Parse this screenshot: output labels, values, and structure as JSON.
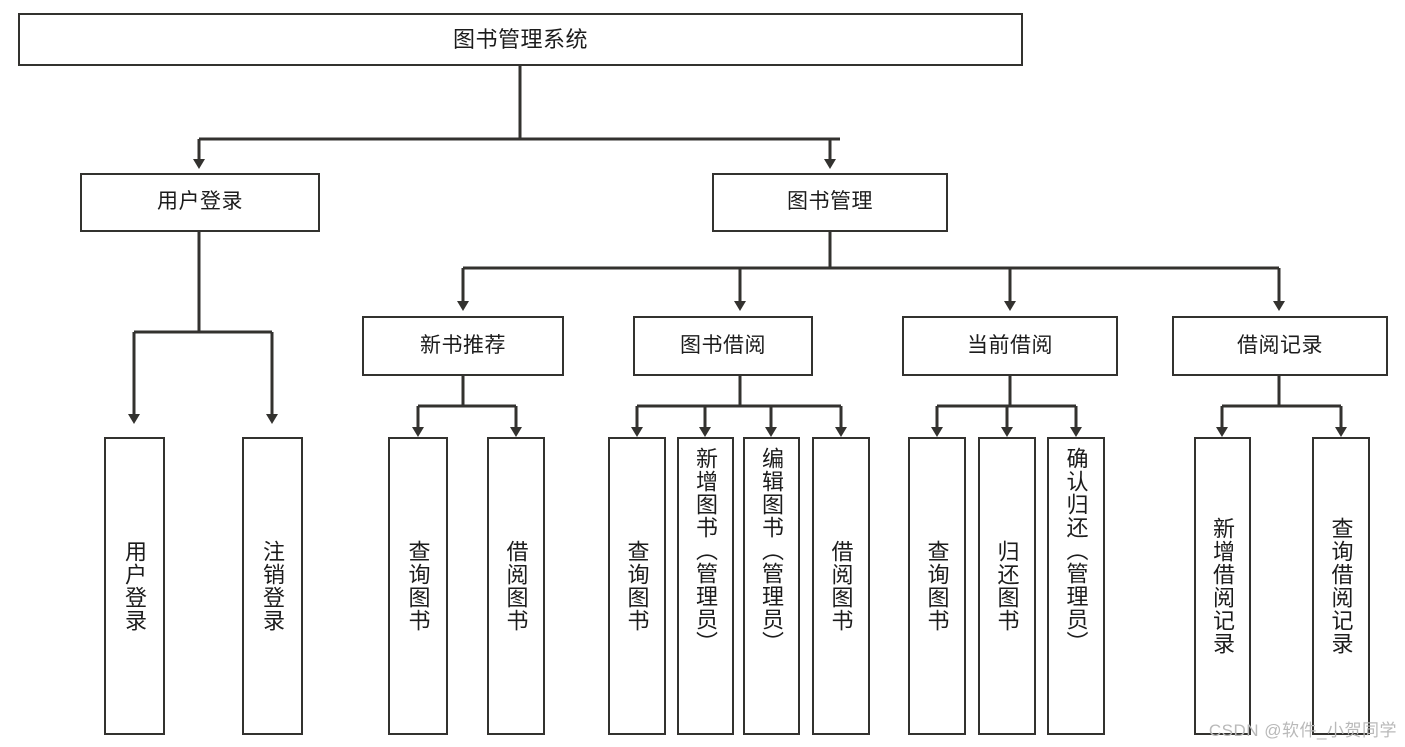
{
  "diagram": {
    "title": "图书管理系统",
    "watermark": "CSDN @软件_小贺同学",
    "line_color": "#33322f",
    "box_fill": "#ffffff",
    "text_color": "#1c1c1c",
    "watermark_color": "#b9b9b9"
  },
  "root": {
    "label": "图书管理系统"
  },
  "level1": [
    {
      "label": "用户登录"
    },
    {
      "label": "图书管理"
    }
  ],
  "level2": [
    {
      "label": "新书推荐"
    },
    {
      "label": "图书借阅"
    },
    {
      "label": "当前借阅"
    },
    {
      "label": "借阅记录"
    }
  ],
  "leaves": {
    "user_login": [
      {
        "label": "用户登录"
      },
      {
        "label": "注销登录"
      }
    ],
    "new_book": [
      {
        "label": "查询图书"
      },
      {
        "label": "借阅图书"
      }
    ],
    "borrow_book": [
      {
        "label": "查询图书"
      },
      {
        "label": "新增图书（管理员）"
      },
      {
        "label": "编辑图书（管理员）"
      },
      {
        "label": "借阅图书"
      }
    ],
    "current_borrow": [
      {
        "label": "查询图书"
      },
      {
        "label": "归还图书"
      },
      {
        "label": "确认归还（管理员）"
      }
    ],
    "borrow_record": [
      {
        "label": "新增借阅记录"
      },
      {
        "label": "查询借阅记录"
      }
    ]
  }
}
